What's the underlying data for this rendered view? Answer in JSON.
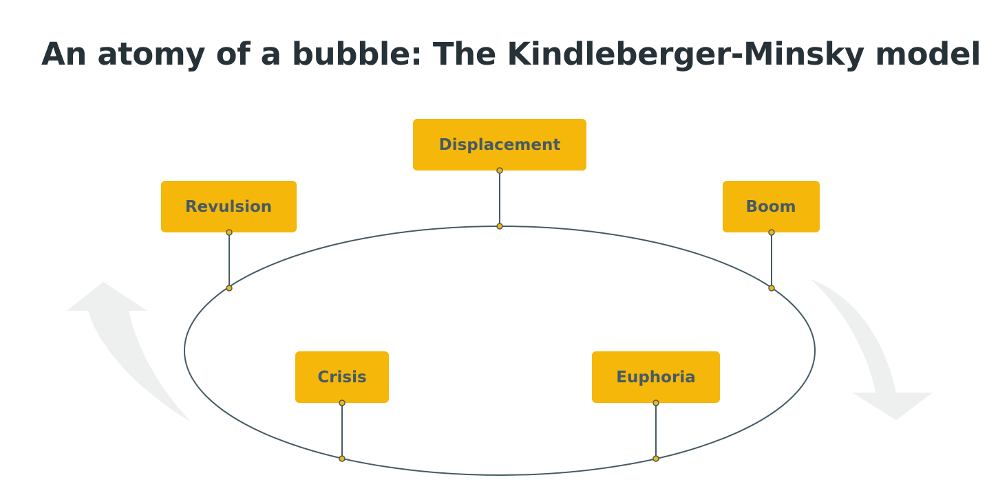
{
  "title": "An atomy of a bubble: The Kindleberger-Minsky model",
  "colors": {
    "box_fill": "#F5B70A",
    "box_text": "#455A64",
    "ellipse_stroke": "#455A64",
    "arrow_fill": "#EEF0EF",
    "title": "#263238"
  },
  "stages": [
    {
      "label": "Displacement"
    },
    {
      "label": "Boom"
    },
    {
      "label": "Euphoria"
    },
    {
      "label": "Crisis"
    },
    {
      "label": "Revulsion"
    }
  ]
}
